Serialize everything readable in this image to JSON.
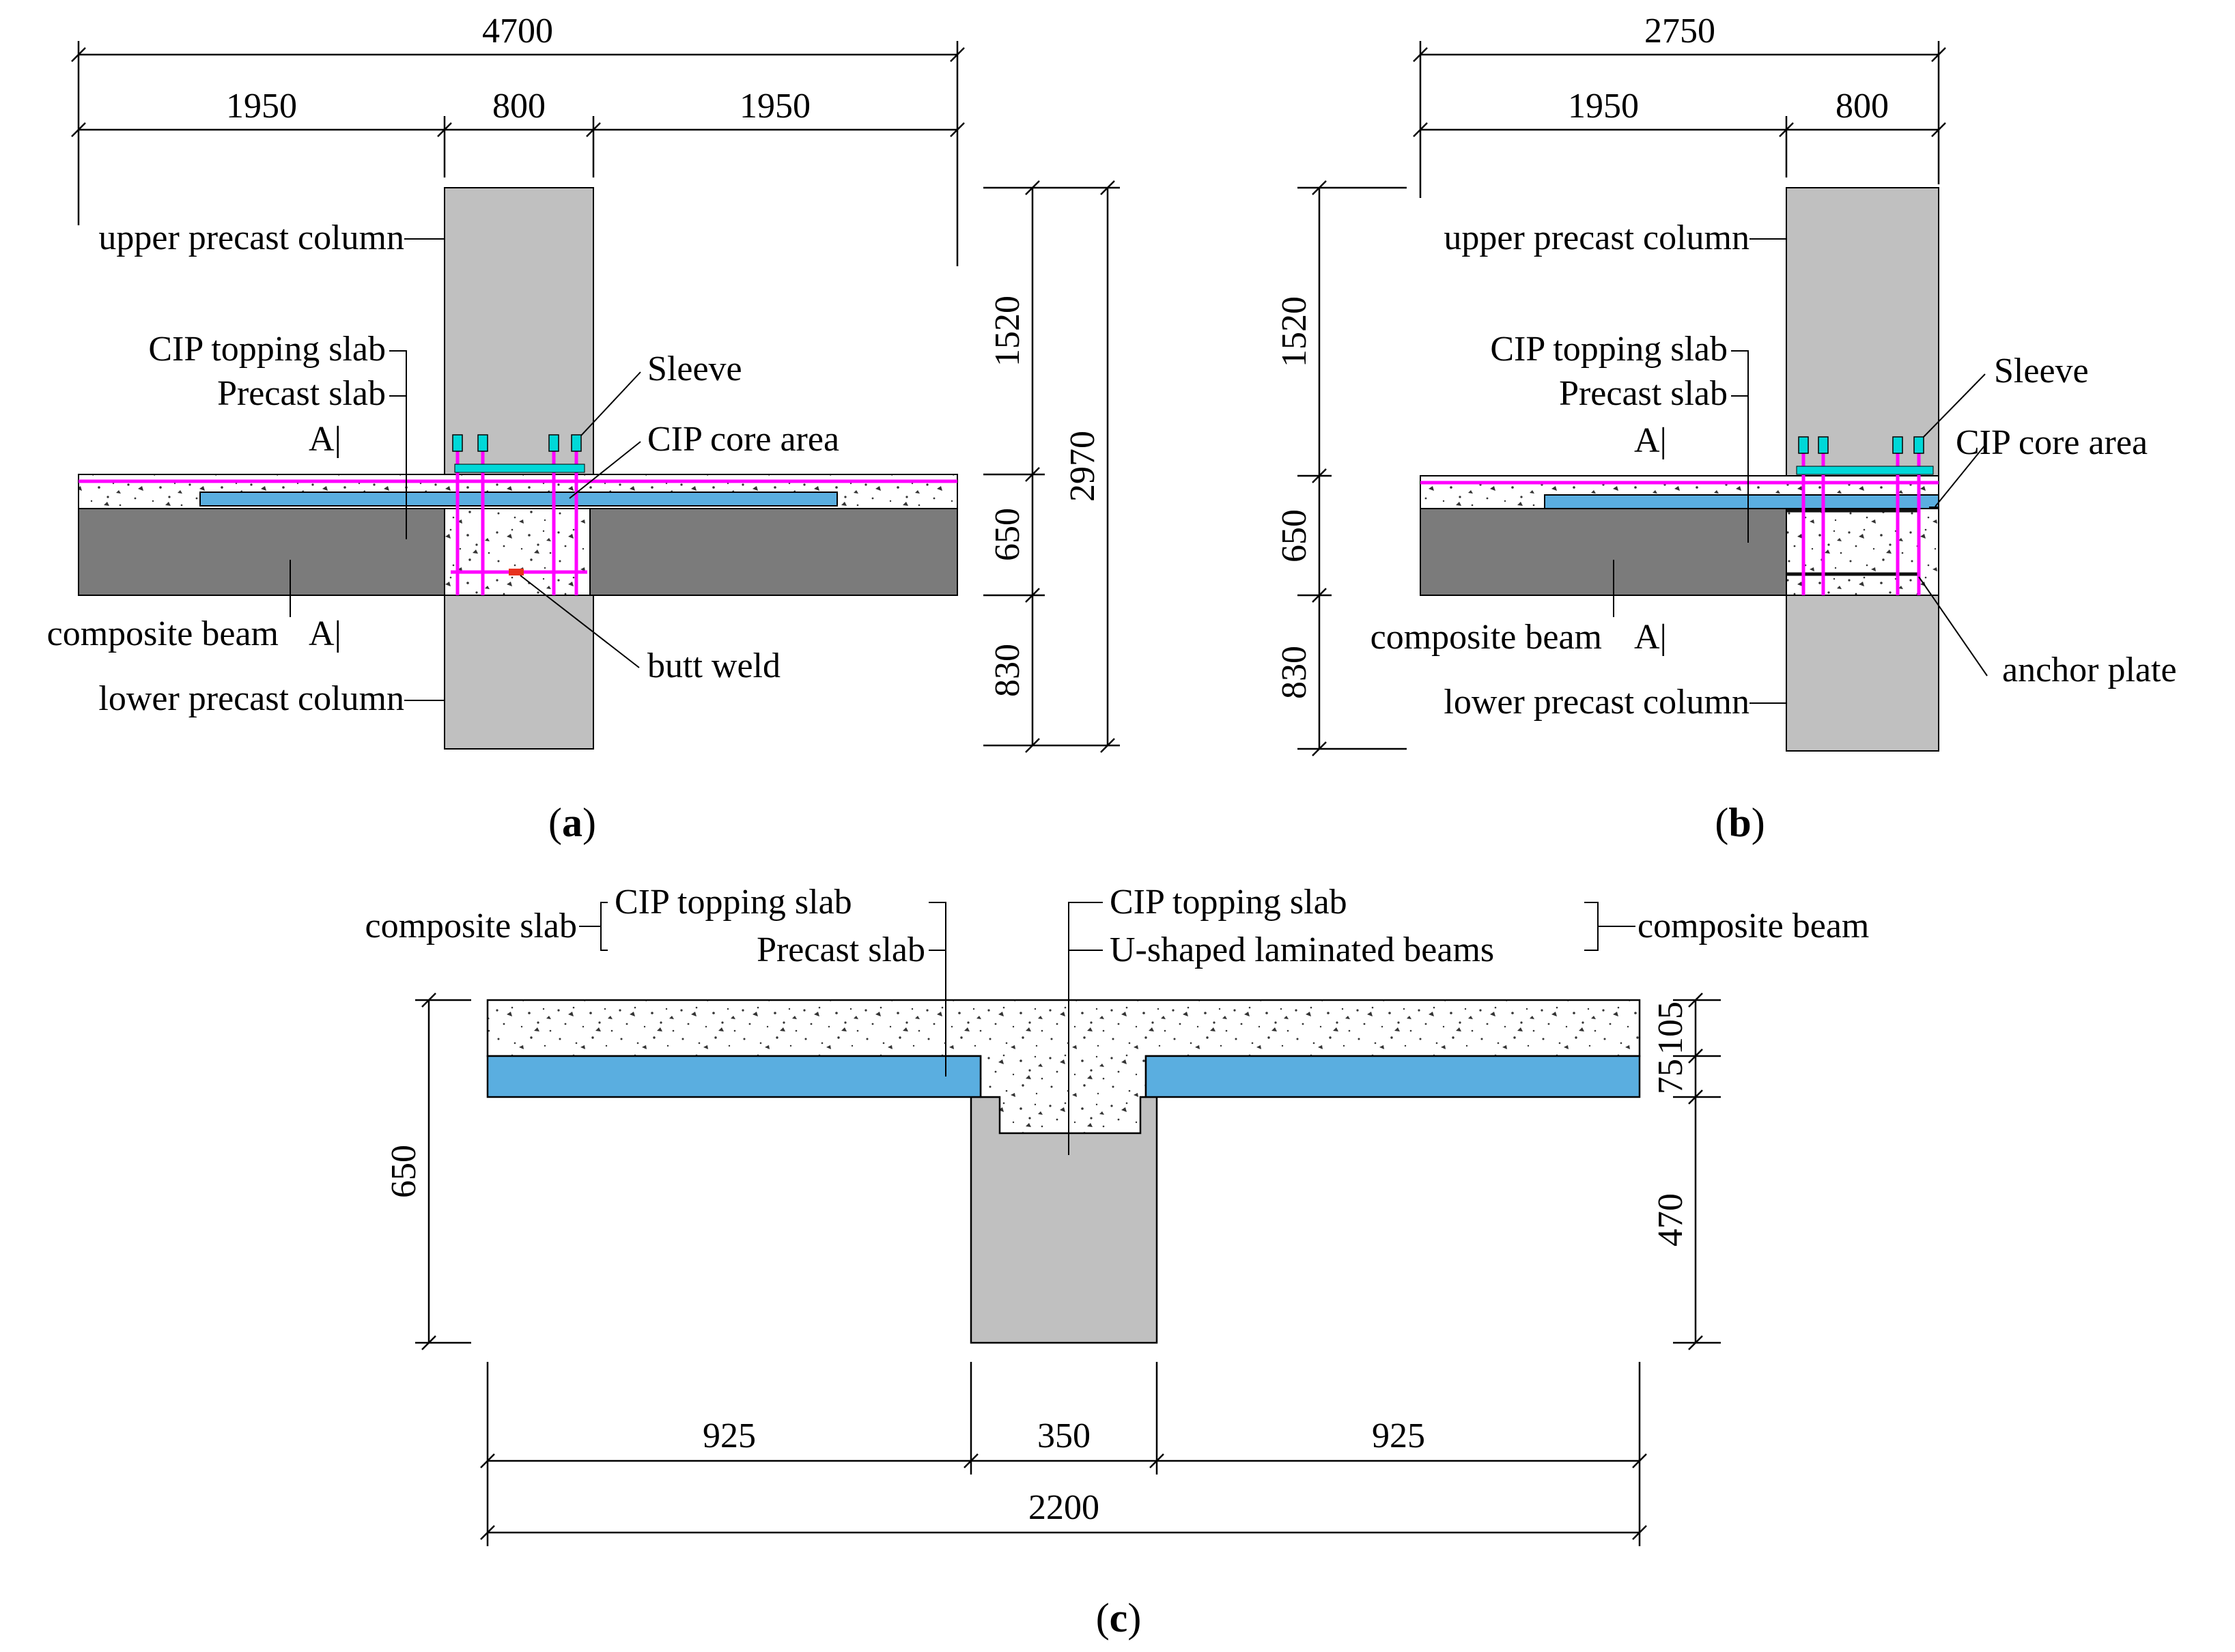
{
  "colors": {
    "column": "#c0c0c0",
    "beam": "#7b7b7b",
    "precast_slab": "#5aaee0",
    "rebar": "#ff00ff",
    "sleeve": "#00d8d8",
    "weld": "#e8321e",
    "line": "#000000"
  },
  "panel_a": {
    "caption_open": "(",
    "caption_letter": "a",
    "caption_close": ")",
    "dims": {
      "total": "4700",
      "left": "1950",
      "mid": "800",
      "right": "1950",
      "upper_height": "1520",
      "beam_depth": "650",
      "lower_height": "830",
      "total_height": "2970"
    },
    "labels": {
      "upper_column": "upper precast column",
      "topping_slab": "CIP topping slab",
      "precast_slab": "Precast slab",
      "section_top": "A|",
      "sleeve": "Sleeve",
      "core_area": "CIP core area",
      "composite_beam": "composite beam",
      "section_bottom": "A|",
      "butt_weld": "butt weld",
      "lower_column": "lower precast column"
    }
  },
  "panel_b": {
    "caption_open": "(",
    "caption_letter": "b",
    "caption_close": ")",
    "dims": {
      "total": "2750",
      "left": "1950",
      "mid": "800",
      "upper_height": "1520",
      "beam_depth": "650",
      "lower_height": "830"
    },
    "labels": {
      "upper_column": "upper precast column",
      "topping_slab": "CIP topping slab",
      "precast_slab": "Precast slab",
      "section_top": "A|",
      "sleeve": "Sleeve",
      "core_area": "CIP core area",
      "composite_beam": "composite beam",
      "section_bottom": "A|",
      "anchor_plate": "anchor plate",
      "lower_column": "lower precast column"
    }
  },
  "panel_c": {
    "caption_open": "(",
    "caption_letter": "c",
    "caption_close": ")",
    "dims": {
      "height": "650",
      "topping": "105",
      "precast": "75",
      "web": "470",
      "left": "925",
      "mid": "350",
      "right": "925",
      "total": "2200"
    },
    "labels": {
      "composite_slab": "composite slab",
      "topping_slab_left": "CIP topping slab",
      "precast_slab": "Precast slab",
      "topping_slab_right": "CIP topping slab",
      "u_beams": "U-shaped laminated beams",
      "composite_beam": "composite beam"
    }
  }
}
